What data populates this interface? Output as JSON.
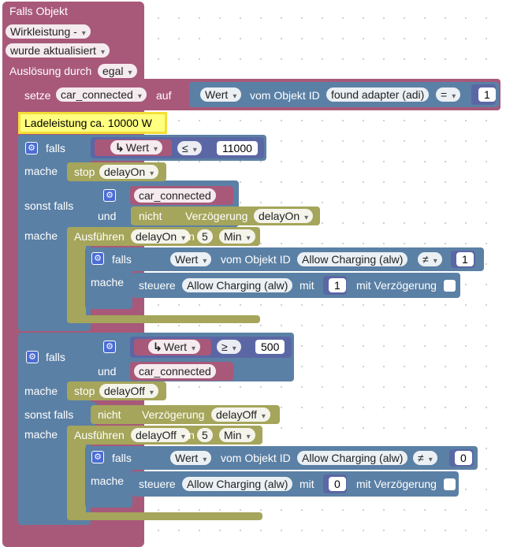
{
  "trigger": {
    "title": "Falls Objekt",
    "object": "Wirkleistung -",
    "event": "wurde aktualisiert",
    "cause_label": "Auslösung durch",
    "cause_value": "egal"
  },
  "set": {
    "setze": "setze",
    "var": "car_connected",
    "auf": "auf",
    "wert": "Wert",
    "vom": "vom Objekt ID",
    "obj": "found adapter (adi)",
    "op": "=",
    "num": "1"
  },
  "comment": "Ladeleistung ca. 10000 W",
  "if1": {
    "falls": "falls",
    "wert": "Wert",
    "op": "≤",
    "num": "11000",
    "mache": "mache",
    "stop": "stop",
    "stop_var": "delayOn",
    "sonst": "sonst falls",
    "var": "car_connected",
    "und": "und",
    "nicht": "nicht",
    "verz": "Verzögerung",
    "verz_var": "delayOn",
    "mache2": "mache",
    "ausf": "Ausführen",
    "ausf_var": "delayOn",
    "in": "in",
    "in_num": "5",
    "unit": "Min",
    "inner": {
      "falls": "falls",
      "wert": "Wert",
      "vom": "vom Objekt ID",
      "obj": "Allow Charging (alw)",
      "op": "≠",
      "num": "1",
      "mache": "mache",
      "steuere": "steuere",
      "steuere_obj": "Allow Charging (alw)",
      "mit": "mit",
      "mit_num": "1",
      "verz": "mit Verzögerung"
    }
  },
  "if2": {
    "falls": "falls",
    "wert": "Wert",
    "op": "≥",
    "num": "500",
    "und": "und",
    "var": "car_connected",
    "mache": "mache",
    "stop": "stop",
    "stop_var": "delayOff",
    "sonst": "sonst falls",
    "nicht": "nicht",
    "verz": "Verzögerung",
    "verz_var": "delayOff",
    "mache2": "mache",
    "ausf": "Ausführen",
    "ausf_var": "delayOff",
    "in": "in",
    "in_num": "5",
    "unit": "Min",
    "inner": {
      "falls": "falls",
      "wert": "Wert",
      "vom": "vom Objekt ID",
      "obj": "Allow Charging (alw)",
      "op": "≠",
      "num": "0",
      "mache": "mache",
      "steuere": "steuere",
      "steuere_obj": "Allow Charging (alw)",
      "mit": "mit",
      "mit_num": "0",
      "verz": "mit Verzögerung"
    }
  },
  "icons": {
    "gear": "gear-icon",
    "arrow": "return-arrow-icon"
  },
  "colors": {
    "trigger": "#a8597a",
    "logic": "#5b80a5",
    "timer": "#a5a55b",
    "comment": "#ffff80",
    "math": "#5b67a5"
  }
}
